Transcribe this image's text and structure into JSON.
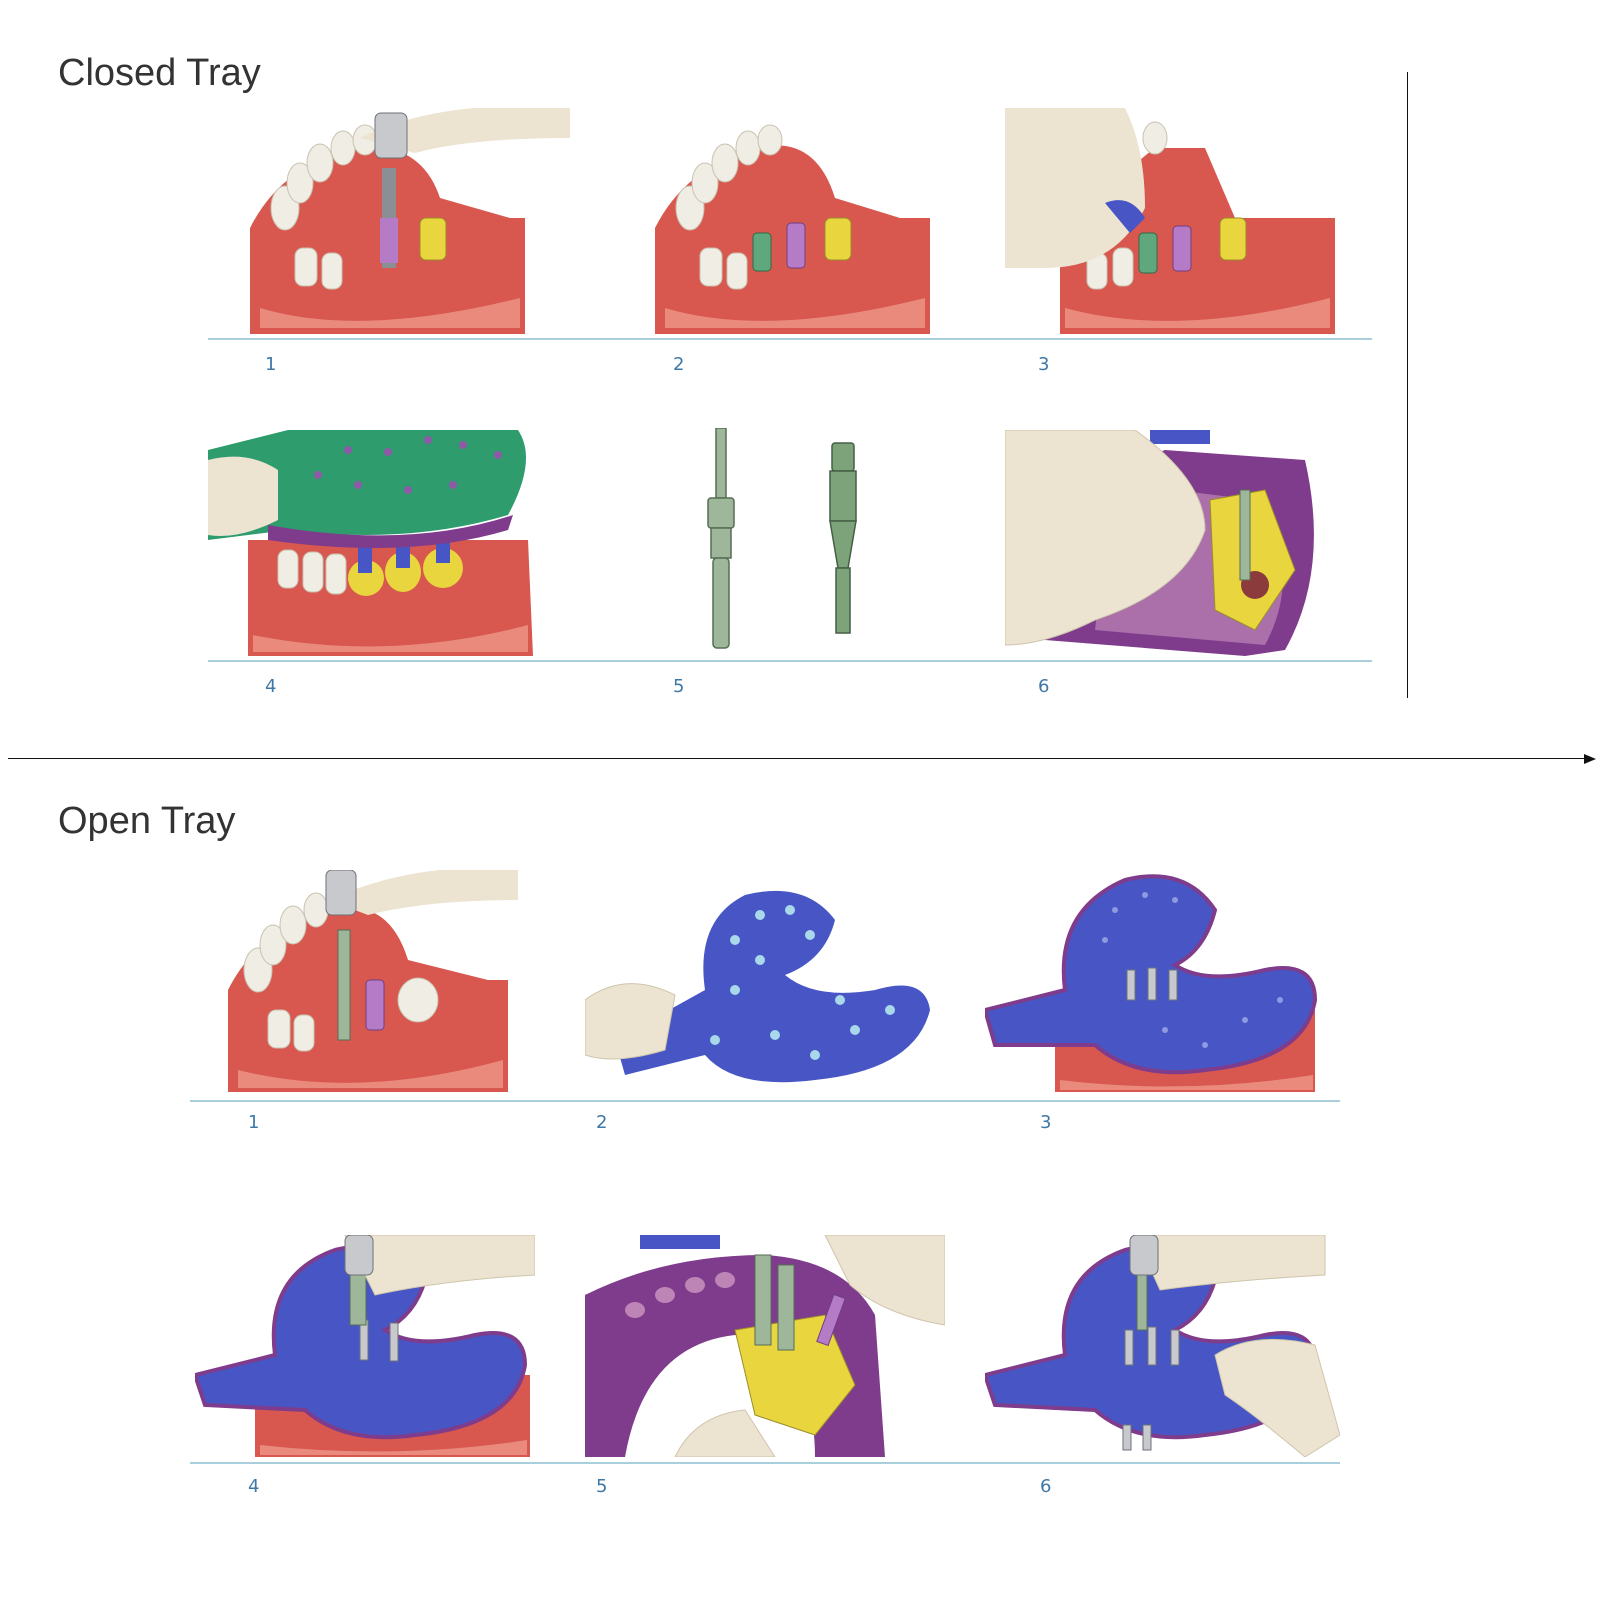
{
  "closed_tray": {
    "title": "Closed Tray",
    "steps": [
      "1",
      "2",
      "3",
      "4",
      "5",
      "6"
    ]
  },
  "open_tray": {
    "title": "Open Tray",
    "steps": [
      "1",
      "2",
      "3",
      "4",
      "5",
      "6"
    ]
  },
  "colors": {
    "gum": "#d8574f",
    "gum_light": "#e98a7d",
    "tooth": "#efede4",
    "closed_tray": "#2f9c6e",
    "open_tray": "#4756c4",
    "impression": "#7f3c8c",
    "yellow_material": "#e9d63e",
    "skin": "#ece4d0",
    "number": "#3d78a8",
    "baseline": "#a9cfdc"
  }
}
